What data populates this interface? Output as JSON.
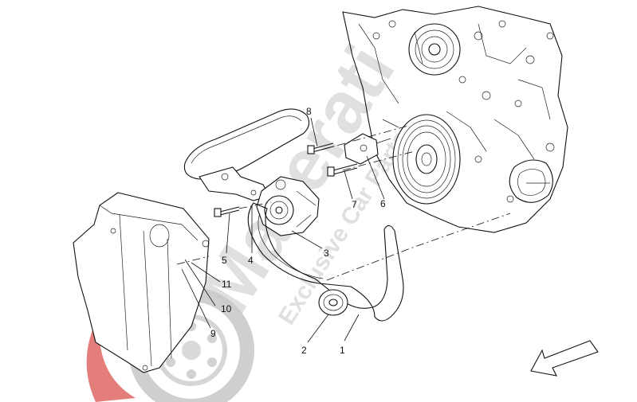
{
  "watermark": {
    "brand": "Maserati",
    "tagline": "Exclusive Car Parts",
    "logo_color": "#d9534f",
    "text_color": "#c8c8c8"
  },
  "callouts": [
    {
      "id": "1",
      "label": "1"
    },
    {
      "id": "2",
      "label": "2"
    },
    {
      "id": "3",
      "label": "3"
    },
    {
      "id": "4",
      "label": "4"
    },
    {
      "id": "5",
      "label": "5"
    },
    {
      "id": "6",
      "label": "6"
    },
    {
      "id": "7",
      "label": "7"
    },
    {
      "id": "8",
      "label": "8"
    },
    {
      "id": "9",
      "label": "9"
    },
    {
      "id": "10",
      "label": "10"
    },
    {
      "id": "11",
      "label": "11"
    }
  ],
  "direction_arrow": {
    "icon": "direction-arrow-icon"
  }
}
